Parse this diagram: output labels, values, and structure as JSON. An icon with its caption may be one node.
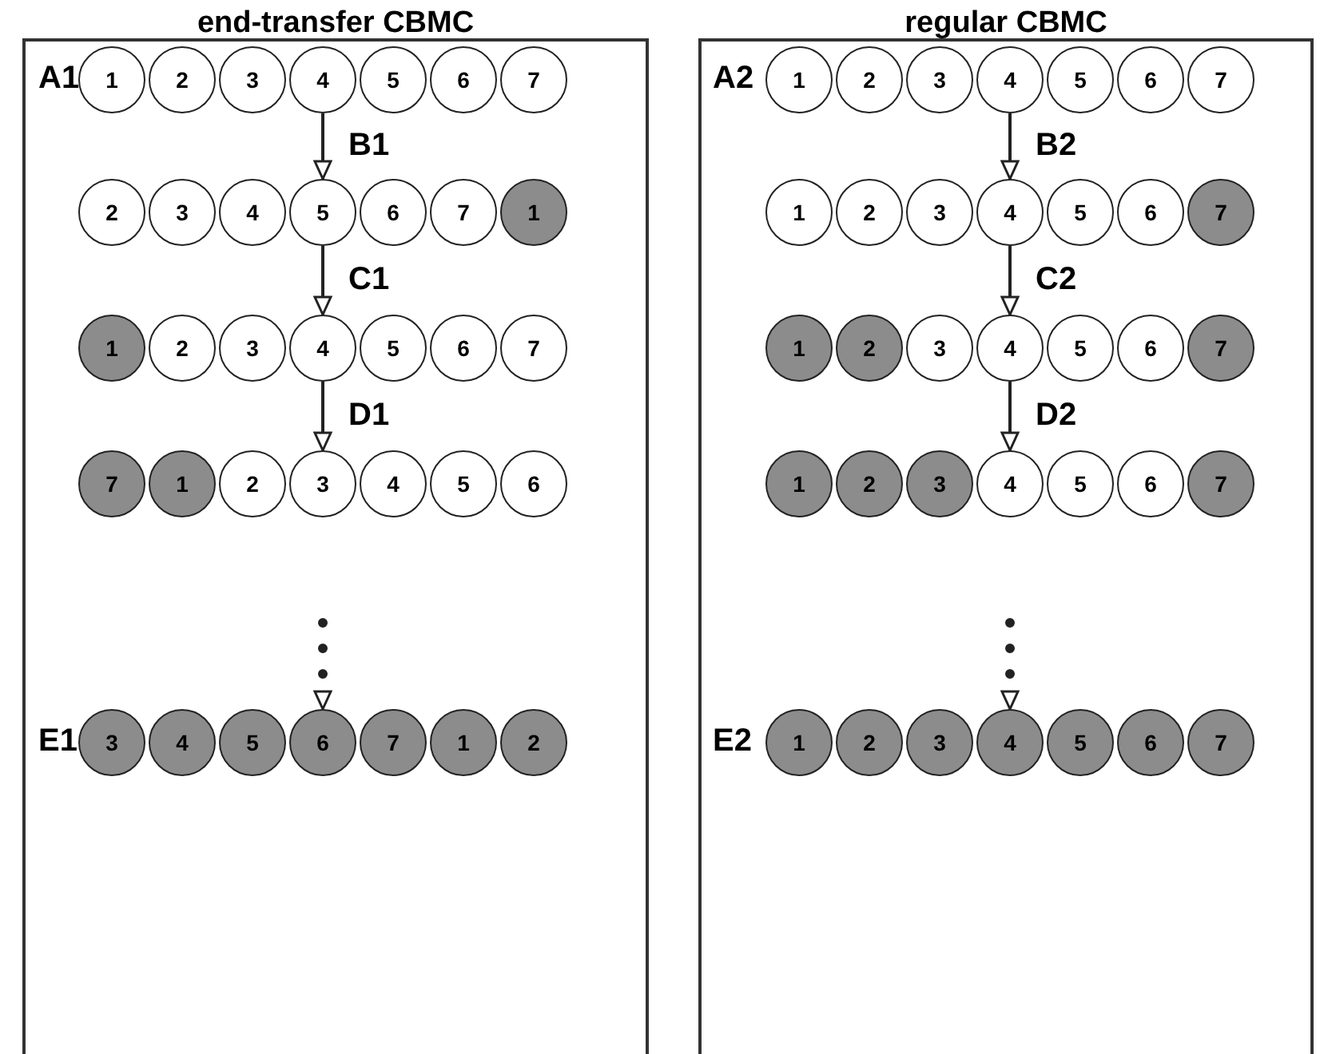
{
  "diagram": {
    "nodes": [
      {
        "text": [
          "end-transfer CBMC"
        ]
      },
      {
        "text": [
          "1"
        ],
        "in": 0
      },
      {
        "text": [
          "2"
        ],
        "in": 0
      },
      {
        "text": [
          "3"
        ],
        "in": 0
      },
      {
        "text": [
          "4"
        ],
        "in": 0
      },
      {
        "text": [
          "5"
        ],
        "in": 0
      },
      {
        "text": [
          "6"
        ],
        "in": 0
      },
      {
        "text": [
          "7"
        ],
        "in": 0
      },
      {
        "text": [
          "2"
        ],
        "in": 0
      },
      {
        "text": [
          "3"
        ],
        "in": 0
      },
      {
        "text": [
          "4"
        ],
        "in": 0
      },
      {
        "text": [
          "5"
        ],
        "in": 0
      },
      {
        "text": [
          "6"
        ],
        "in": 0
      },
      {
        "text": [
          "7"
        ],
        "in": 0
      },
      {
        "text": [
          "1"
        ],
        "in": 0
      },
      {
        "text": [
          "1"
        ],
        "in": 0
      },
      {
        "text": [
          "2"
        ],
        "in": 0
      },
      {
        "text": [
          "3"
        ],
        "in": 0
      },
      {
        "text": [
          "4"
        ],
        "in": 0
      },
      {
        "text": [
          "5"
        ],
        "in": 0
      },
      {
        "text": [
          "6"
        ],
        "in": 0
      },
      {
        "text": [
          "7"
        ],
        "in": 0
      },
      {
        "text": [
          "7"
        ],
        "in": 0
      },
      {
        "text": [
          "1"
        ],
        "in": 0
      },
      {
        "text": [
          "2"
        ],
        "in": 0
      },
      {
        "text": [
          "3"
        ],
        "in": 0
      },
      {
        "text": [
          "4"
        ],
        "in": 0
      },
      {
        "text": [
          "5"
        ],
        "in": 0
      },
      {
        "text": [
          "6"
        ],
        "in": 0
      },
      {
        "text": [
          "3"
        ],
        "in": 0
      },
      {
        "text": [
          "4"
        ],
        "in": 0
      },
      {
        "text": [
          "5"
        ],
        "in": 0
      },
      {
        "text": [
          "6"
        ],
        "in": 0
      },
      {
        "text": [
          "7"
        ],
        "in": 0
      },
      {
        "text": [
          "1"
        ],
        "in": 0
      },
      {
        "text": [
          "2"
        ],
        "in": 0
      },
      {
        "text": [
          "regular CBMC"
        ]
      },
      {
        "text": [
          "1"
        ],
        "in": 36
      },
      {
        "text": [
          "2"
        ],
        "in": 36
      },
      {
        "text": [
          "3"
        ],
        "in": 36
      },
      {
        "text": [
          "4"
        ],
        "in": 36
      },
      {
        "text": [
          "5"
        ],
        "in": 36
      },
      {
        "text": [
          "6"
        ],
        "in": 36
      },
      {
        "text": [
          "7"
        ],
        "in": 36
      },
      {
        "text": [
          "1"
        ],
        "in": 36
      },
      {
        "text": [
          "2"
        ],
        "in": 36
      },
      {
        "text": [
          "3"
        ],
        "in": 36
      },
      {
        "text": [
          "4"
        ],
        "in": 36
      },
      {
        "text": [
          "5"
        ],
        "in": 36
      },
      {
        "text": [
          "6"
        ],
        "in": 36
      },
      {
        "text": [
          "7"
        ],
        "in": 36
      },
      {
        "text": [
          "1"
        ],
        "in": 36
      },
      {
        "text": [
          "2"
        ],
        "in": 36
      },
      {
        "text": [
          "3"
        ],
        "in": 36
      },
      {
        "text": [
          "4"
        ],
        "in": 36
      },
      {
        "text": [
          "5"
        ],
        "in": 36
      },
      {
        "text": [
          "6"
        ],
        "in": 36
      },
      {
        "text": [
          "7"
        ],
        "in": 36
      },
      {
        "text": [
          "1"
        ],
        "in": 36
      },
      {
        "text": [
          "2"
        ],
        "in": 36
      },
      {
        "text": [
          "3"
        ],
        "in": 36
      },
      {
        "text": [
          "4"
        ],
        "in": 36
      },
      {
        "text": [
          "5"
        ],
        "in": 36
      },
      {
        "text": [
          "6"
        ],
        "in": 36
      },
      {
        "text": [
          "7"
        ],
        "in": 36
      },
      {
        "text": [
          "1"
        ],
        "in": 36
      },
      {
        "text": [
          "2"
        ],
        "in": 36
      },
      {
        "text": [
          "3"
        ],
        "in": 36
      },
      {
        "text": [
          "4"
        ],
        "in": 36
      },
      {
        "text": [
          "5"
        ],
        "in": 36
      },
      {
        "text": [
          "6"
        ],
        "in": 36
      },
      {
        "text": [
          "7"
        ],
        "in": 36
      }
    ],
    "edges": [
      {
        "from": 4,
        "to": 11,
        "arrow": "to",
        "label": "B1"
      },
      {
        "from": 11,
        "to": 18,
        "arrow": "to",
        "label": "C1"
      },
      {
        "from": 18,
        "to": 25,
        "arrow": "to",
        "label": "D1"
      },
      {
        "from": 25,
        "to": 32,
        "arrow": "to",
        "style": "dashed"
      },
      {
        "from": 40,
        "to": 47,
        "arrow": "to",
        "label": "B2"
      },
      {
        "from": 47,
        "to": 54,
        "arrow": "to",
        "label": "C2"
      },
      {
        "from": 54,
        "to": 61,
        "arrow": "to",
        "label": "D2"
      },
      {
        "from": 61,
        "to": 68,
        "arrow": "to",
        "style": "dashed"
      }
    ],
    "labels": [
      "A1",
      "E1",
      "A2",
      "E2"
    ]
  }
}
